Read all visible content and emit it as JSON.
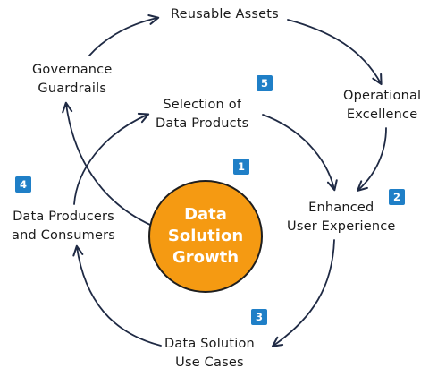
{
  "diagram": {
    "hub": "Data\nSolution\nGrowth",
    "nodes": {
      "reusable_assets": "Reusable Assets",
      "operational_excellence": "Operational\nExcellence",
      "enhanced_user_experience": "Enhanced\nUser Experience",
      "data_solution_use_cases": "Data Solution\nUse Cases",
      "data_producers_consumers": "Data Producers\nand Consumers",
      "governance_guardrails": "Governance\nGuardrails",
      "selection_of_data_products": "Selection of\nData Products"
    },
    "badges": [
      "1",
      "2",
      "3",
      "4",
      "5"
    ],
    "colors": {
      "hub_fill": "#f59a12",
      "badge_fill": "#1f7fc7",
      "arrow_stroke": "#1f2a44"
    }
  }
}
